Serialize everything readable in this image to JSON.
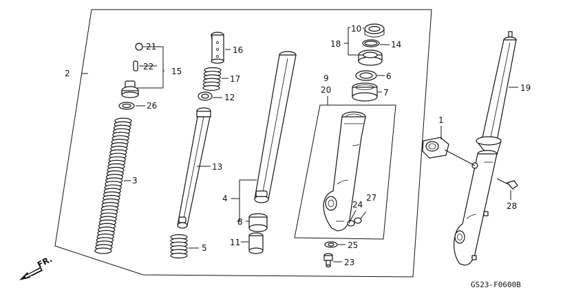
{
  "callouts": {
    "c1": "1",
    "c2": "2",
    "c3": "3",
    "c4": "4",
    "c5": "5",
    "c6": "6",
    "c7": "7",
    "c8": "8",
    "c9": "9",
    "c10": "10",
    "c11": "11",
    "c12": "12",
    "c13": "13",
    "c14": "14",
    "c15": "15",
    "c16": "16",
    "c17": "17",
    "c18": "18",
    "c19": "19",
    "c20": "20",
    "c21": "21",
    "c22": "22",
    "c23": "23",
    "c24": "24",
    "c25": "25",
    "c26": "26",
    "c27": "27",
    "c28": "28"
  },
  "direction_label": "FR.",
  "diagram_code": "GS23-F0600B"
}
